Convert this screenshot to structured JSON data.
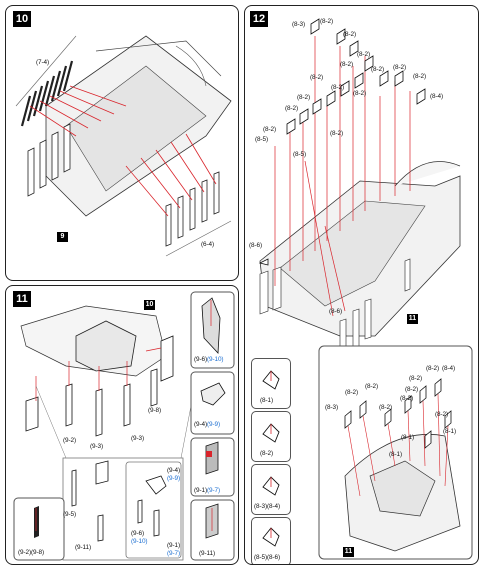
{
  "steps": {
    "s10": {
      "number": "10",
      "callout_top": "(7-4)",
      "callout_bottom": "(6-4)",
      "base_badge": "9"
    },
    "s11": {
      "number": "11",
      "base_badge": "10",
      "labels": [
        "(9-2)",
        "(9-3)",
        "(9-3)",
        "(9-8)",
        "(9-5)",
        "(9-11)",
        "(9-4)",
        "(9-9)",
        "(9-6)",
        "(9-10)",
        "(9-1)",
        "(9-7)"
      ],
      "side": [
        {
          "left": "(9-6)",
          "right": "(9-10)"
        },
        {
          "left": "(9-4)",
          "right": "(9-9)"
        },
        {
          "left": "(9-1)",
          "right": "(9-7)"
        },
        {
          "left": "(9-11)",
          "right": ""
        }
      ],
      "bottom_left": "(9-2)(9-8)"
    },
    "s12": {
      "number": "12",
      "base_badge": "11",
      "inset_badge": "11",
      "labels": [
        "(8-3)",
        "(8-2)",
        "(8-2)",
        "(8-2)",
        "(8-2)",
        "(8-2)",
        "(8-2)",
        "(8-2)",
        "(8-2)",
        "(8-2)",
        "(8-2)",
        "(8-2)",
        "(8-2)",
        "(8-4)",
        "(8-2)",
        "(8-5)",
        "(8-5)",
        "(8-2)",
        "(8-6)",
        "(8-6)"
      ],
      "side": [
        "(8-1)",
        "(8-2)",
        "(8-3)(8-4)",
        "(8-5)(8-6)"
      ],
      "inset_labels": [
        "(8-2)",
        "(8-2)",
        "(8-4)",
        "(8-2)",
        "(8-2)",
        "(8-2)",
        "(8-3)",
        "(8-2)",
        "(8-2)",
        "(8-2)",
        "(8-1)",
        "(8-1)",
        "(8-1)"
      ]
    }
  },
  "colors": {
    "accent_red": "#d9242b",
    "link_blue": "#1d6fd1"
  }
}
